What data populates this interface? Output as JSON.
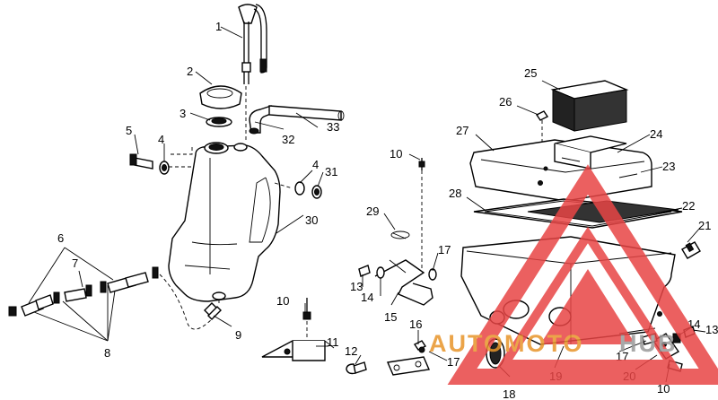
{
  "callouts": [
    {
      "id": "c1",
      "text": "1"
    },
    {
      "id": "c2",
      "text": "2"
    },
    {
      "id": "c3",
      "text": "3"
    },
    {
      "id": "c4a",
      "text": "4"
    },
    {
      "id": "c4b",
      "text": "4"
    },
    {
      "id": "c5",
      "text": "5"
    },
    {
      "id": "c6",
      "text": "6"
    },
    {
      "id": "c7",
      "text": "7"
    },
    {
      "id": "c8",
      "text": "8"
    },
    {
      "id": "c9",
      "text": "9"
    },
    {
      "id": "c10a",
      "text": "10"
    },
    {
      "id": "c10b",
      "text": "10"
    },
    {
      "id": "c10c",
      "text": "10"
    },
    {
      "id": "c11",
      "text": "11"
    },
    {
      "id": "c12",
      "text": "12"
    },
    {
      "id": "c13a",
      "text": "13"
    },
    {
      "id": "c13b",
      "text": "13"
    },
    {
      "id": "c14a",
      "text": "14"
    },
    {
      "id": "c14b",
      "text": "14"
    },
    {
      "id": "c15",
      "text": "15"
    },
    {
      "id": "c16",
      "text": "16"
    },
    {
      "id": "c17a",
      "text": "17"
    },
    {
      "id": "c17b",
      "text": "17"
    },
    {
      "id": "c17c",
      "text": "17"
    },
    {
      "id": "c18",
      "text": "18"
    },
    {
      "id": "c19",
      "text": "19"
    },
    {
      "id": "c20",
      "text": "20"
    },
    {
      "id": "c21",
      "text": "21"
    },
    {
      "id": "c22",
      "text": "22"
    },
    {
      "id": "c23",
      "text": "23"
    },
    {
      "id": "c24",
      "text": "24"
    },
    {
      "id": "c25",
      "text": "25"
    },
    {
      "id": "c26",
      "text": "26"
    },
    {
      "id": "c27",
      "text": "27"
    },
    {
      "id": "c28",
      "text": "28"
    },
    {
      "id": "c29",
      "text": "29"
    },
    {
      "id": "c30",
      "text": "30"
    },
    {
      "id": "c31",
      "text": "31"
    },
    {
      "id": "c32",
      "text": "32"
    },
    {
      "id": "c33",
      "text": "33"
    }
  ],
  "watermark": {
    "word_a": "AUTOMOTO",
    "word_b": "HUB",
    "color_a": "#e8952a",
    "color_b": "#9a9a9a",
    "triangle_color": "#e84545"
  }
}
